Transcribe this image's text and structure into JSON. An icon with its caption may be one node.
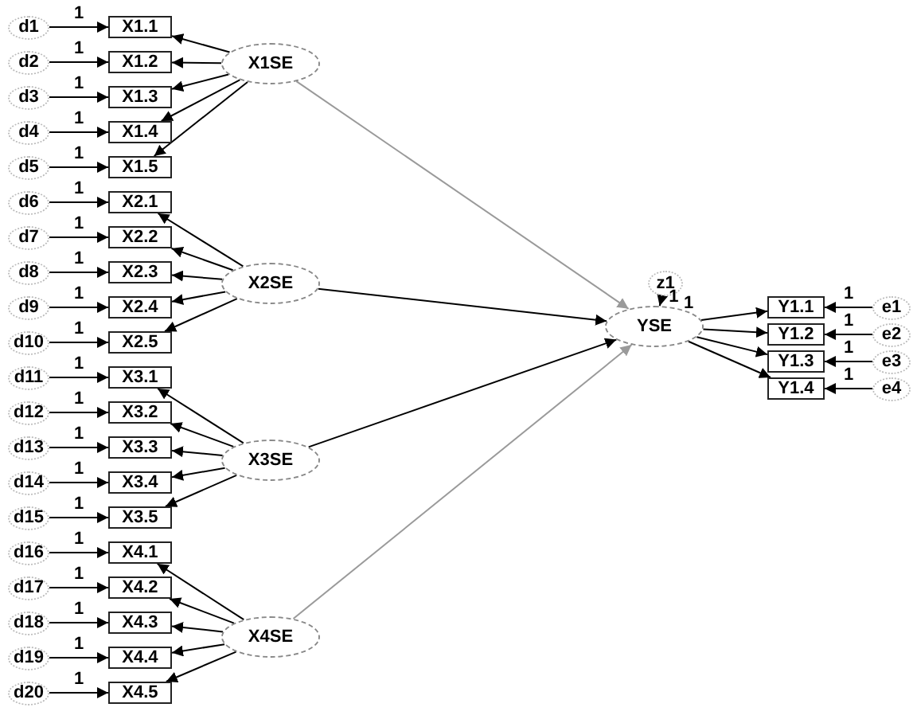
{
  "diagram": {
    "nodes": [
      {
        "text": [
          "d1"
        ]
      },
      {
        "text": [
          "d2"
        ]
      },
      {
        "text": [
          "d3"
        ]
      },
      {
        "text": [
          "d4"
        ]
      },
      {
        "text": [
          "d5"
        ]
      },
      {
        "text": [
          "d6"
        ]
      },
      {
        "text": [
          "d7"
        ]
      },
      {
        "text": [
          "d8"
        ]
      },
      {
        "text": [
          "d9"
        ]
      },
      {
        "text": [
          "d10"
        ]
      },
      {
        "text": [
          "d11"
        ]
      },
      {
        "text": [
          "d12"
        ]
      },
      {
        "text": [
          "d13"
        ]
      },
      {
        "text": [
          "d14"
        ]
      },
      {
        "text": [
          "d15"
        ]
      },
      {
        "text": [
          "d16"
        ]
      },
      {
        "text": [
          "d17"
        ]
      },
      {
        "text": [
          "d18"
        ]
      },
      {
        "text": [
          "d19"
        ]
      },
      {
        "text": [
          "d20"
        ]
      },
      {
        "text": [
          "X1.1"
        ]
      },
      {
        "text": [
          "X1.2"
        ]
      },
      {
        "text": [
          "X1.3"
        ]
      },
      {
        "text": [
          "X1.4"
        ]
      },
      {
        "text": [
          "X1.5"
        ]
      },
      {
        "text": [
          "X2.1"
        ]
      },
      {
        "text": [
          "X2.2"
        ]
      },
      {
        "text": [
          "X2.3"
        ]
      },
      {
        "text": [
          "X2.4"
        ]
      },
      {
        "text": [
          "X2.5"
        ]
      },
      {
        "text": [
          "X3.1"
        ]
      },
      {
        "text": [
          "X3.2"
        ]
      },
      {
        "text": [
          "X3.3"
        ]
      },
      {
        "text": [
          "X3.4"
        ]
      },
      {
        "text": [
          "X3.5"
        ]
      },
      {
        "text": [
          "X4.1"
        ]
      },
      {
        "text": [
          "X4.2"
        ]
      },
      {
        "text": [
          "X4.3"
        ]
      },
      {
        "text": [
          "X4.4"
        ]
      },
      {
        "text": [
          "X4.5"
        ]
      },
      {
        "text": [
          "X1SE"
        ]
      },
      {
        "text": [
          "X2SE"
        ]
      },
      {
        "text": [
          "X3SE"
        ]
      },
      {
        "text": [
          "X4SE"
        ]
      },
      {
        "text": [
          "z1"
        ]
      },
      {
        "text": [
          "YSE"
        ]
      },
      {
        "text": [
          "Y1.1"
        ]
      },
      {
        "text": [
          "Y1.2"
        ]
      },
      {
        "text": [
          "Y1.3"
        ]
      },
      {
        "text": [
          "Y1.4"
        ]
      },
      {
        "text": [
          "e1"
        ]
      },
      {
        "text": [
          "e2"
        ]
      },
      {
        "text": [
          "e3"
        ]
      },
      {
        "text": [
          "e4"
        ]
      }
    ],
    "edges": [
      {
        "from": 0,
        "to": 20,
        "arrow": "to",
        "label": "1"
      },
      {
        "from": 1,
        "to": 21,
        "arrow": "to",
        "label": "1"
      },
      {
        "from": 2,
        "to": 22,
        "arrow": "to",
        "label": "1"
      },
      {
        "from": 3,
        "to": 23,
        "arrow": "to",
        "label": "1"
      },
      {
        "from": 4,
        "to": 24,
        "arrow": "to",
        "label": "1"
      },
      {
        "from": 5,
        "to": 25,
        "arrow": "to",
        "label": "1"
      },
      {
        "from": 6,
        "to": 26,
        "arrow": "to",
        "label": "1"
      },
      {
        "from": 7,
        "to": 27,
        "arrow": "to",
        "label": "1"
      },
      {
        "from": 8,
        "to": 28,
        "arrow": "to",
        "label": "1"
      },
      {
        "from": 9,
        "to": 29,
        "arrow": "to",
        "label": "1"
      },
      {
        "from": 10,
        "to": 30,
        "arrow": "to",
        "label": "1"
      },
      {
        "from": 11,
        "to": 31,
        "arrow": "to",
        "label": "1"
      },
      {
        "from": 12,
        "to": 32,
        "arrow": "to",
        "label": "1"
      },
      {
        "from": 13,
        "to": 33,
        "arrow": "to",
        "label": "1"
      },
      {
        "from": 14,
        "to": 34,
        "arrow": "to",
        "label": "1"
      },
      {
        "from": 15,
        "to": 35,
        "arrow": "to",
        "label": "1"
      },
      {
        "from": 16,
        "to": 36,
        "arrow": "to",
        "label": "1"
      },
      {
        "from": 17,
        "to": 37,
        "arrow": "to",
        "label": "1"
      },
      {
        "from": 18,
        "to": 38,
        "arrow": "to",
        "label": "1"
      },
      {
        "from": 19,
        "to": 39,
        "arrow": "to",
        "label": "1"
      },
      {
        "from": 40,
        "to": 20,
        "arrow": "to"
      },
      {
        "from": 40,
        "to": 21,
        "arrow": "to"
      },
      {
        "from": 40,
        "to": 22,
        "arrow": "to"
      },
      {
        "from": 40,
        "to": 23,
        "arrow": "to"
      },
      {
        "from": 40,
        "to": 24,
        "arrow": "to"
      },
      {
        "from": 41,
        "to": 25,
        "arrow": "to"
      },
      {
        "from": 41,
        "to": 26,
        "arrow": "to"
      },
      {
        "from": 41,
        "to": 27,
        "arrow": "to"
      },
      {
        "from": 41,
        "to": 28,
        "arrow": "to"
      },
      {
        "from": 41,
        "to": 29,
        "arrow": "to"
      },
      {
        "from": 42,
        "to": 30,
        "arrow": "to"
      },
      {
        "from": 42,
        "to": 31,
        "arrow": "to"
      },
      {
        "from": 42,
        "to": 32,
        "arrow": "to"
      },
      {
        "from": 42,
        "to": 33,
        "arrow": "to"
      },
      {
        "from": 42,
        "to": 34,
        "arrow": "to"
      },
      {
        "from": 43,
        "to": 35,
        "arrow": "to"
      },
      {
        "from": 43,
        "to": 36,
        "arrow": "to"
      },
      {
        "from": 43,
        "to": 37,
        "arrow": "to"
      },
      {
        "from": 43,
        "to": 38,
        "arrow": "to"
      },
      {
        "from": 43,
        "to": 39,
        "arrow": "to"
      },
      {
        "from": 40,
        "to": 45,
        "arrow": "to",
        "color": "#9a9a9a"
      },
      {
        "from": 41,
        "to": 45,
        "arrow": "to"
      },
      {
        "from": 42,
        "to": 45,
        "arrow": "to"
      },
      {
        "from": 43,
        "to": 45,
        "arrow": "to",
        "color": "#9a9a9a"
      },
      {
        "from": 44,
        "to": 45,
        "arrow": "to",
        "label": "1"
      },
      {
        "from": 45,
        "to": 46,
        "arrow": "to",
        "label": "1"
      },
      {
        "from": 45,
        "to": 47,
        "arrow": "to"
      },
      {
        "from": 45,
        "to": 48,
        "arrow": "to"
      },
      {
        "from": 45,
        "to": 49,
        "arrow": "to"
      },
      {
        "from": 50,
        "to": 46,
        "arrow": "to",
        "label": "1"
      },
      {
        "from": 51,
        "to": 47,
        "arrow": "to",
        "label": "1"
      },
      {
        "from": 52,
        "to": 48,
        "arrow": "to",
        "label": "1"
      },
      {
        "from": 53,
        "to": 49,
        "arrow": "to",
        "label": "1"
      }
    ]
  }
}
